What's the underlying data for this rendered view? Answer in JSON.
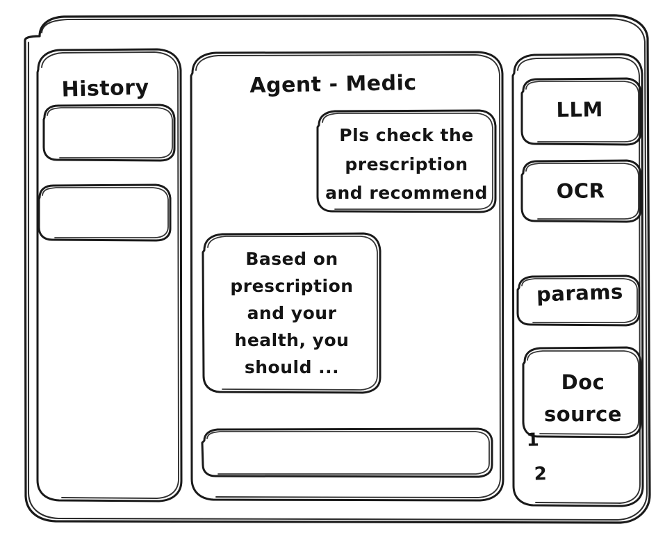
{
  "window": {
    "style": "hand-drawn-wireframe",
    "background_color": "#ffffff",
    "stroke_color": "#1a1a1a"
  },
  "sidebar_left": {
    "title": "History",
    "items": [
      {
        "label": ""
      },
      {
        "label": ""
      }
    ]
  },
  "main": {
    "title": "Agent - Medic",
    "messages": [
      {
        "role": "user",
        "align": "right",
        "lines": [
          "Pls check the",
          "prescription",
          "and recommend"
        ]
      },
      {
        "role": "agent",
        "align": "left",
        "lines": [
          "Based on",
          "prescription",
          "and your",
          "health, you",
          "should ..."
        ]
      }
    ],
    "composer": {
      "value": "",
      "placeholder": ""
    }
  },
  "sidebar_right": {
    "chips": [
      {
        "label": "LLM"
      },
      {
        "label": "OCR"
      },
      {
        "label": "params"
      }
    ],
    "doc_source": {
      "lines": [
        "Doc",
        "source"
      ]
    },
    "doc_list": [
      {
        "marker": "1"
      },
      {
        "marker": "2"
      }
    ]
  }
}
